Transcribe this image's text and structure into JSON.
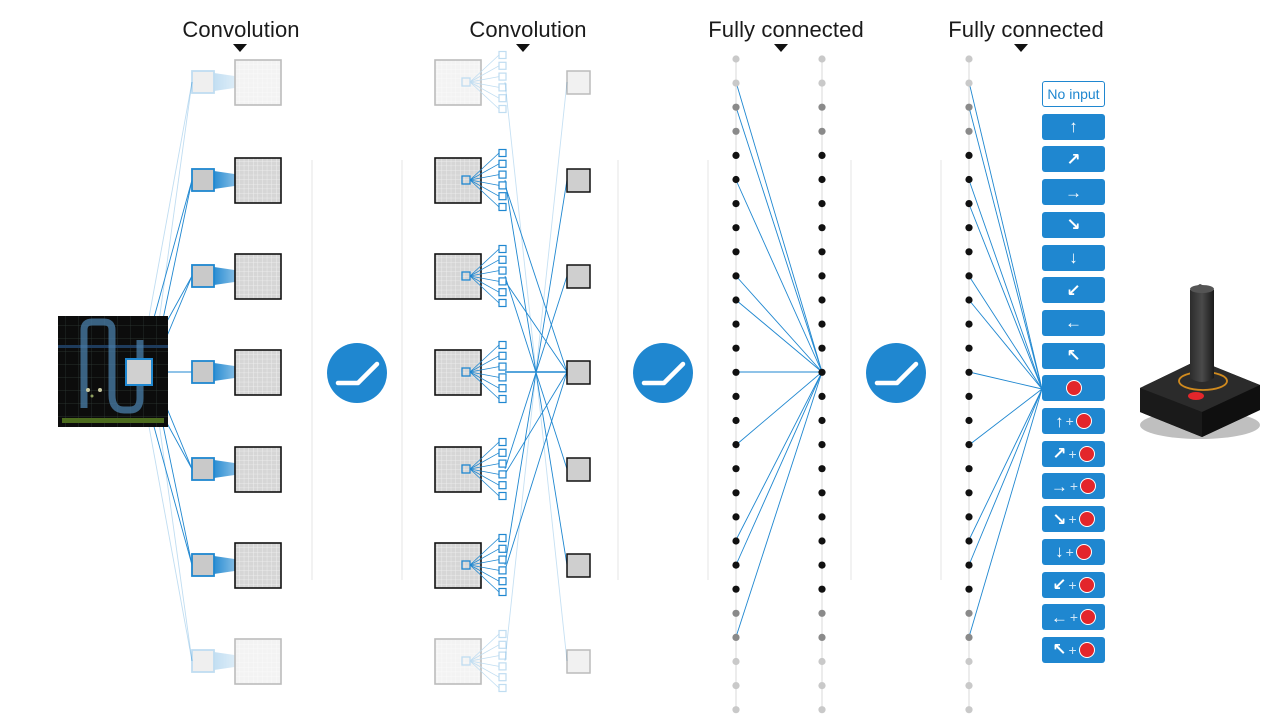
{
  "layers": [
    {
      "label": "Convolution"
    },
    {
      "label": "Convolution"
    },
    {
      "label": "Fully connected"
    },
    {
      "label": "Fully connected"
    }
  ],
  "actions": [
    {
      "kind": "text",
      "text": "No input"
    },
    {
      "kind": "arrow",
      "arrow": "↑",
      "fire": false
    },
    {
      "kind": "arrow",
      "arrow": "↗",
      "fire": false
    },
    {
      "kind": "arrow",
      "arrow": "→",
      "fire": false
    },
    {
      "kind": "arrow",
      "arrow": "↘",
      "fire": false
    },
    {
      "kind": "arrow",
      "arrow": "↓",
      "fire": false
    },
    {
      "kind": "arrow",
      "arrow": "↙",
      "fire": false
    },
    {
      "kind": "arrow",
      "arrow": "←",
      "fire": false
    },
    {
      "kind": "arrow",
      "arrow": "↖",
      "fire": false
    },
    {
      "kind": "fire",
      "arrow": "",
      "fire": true
    },
    {
      "kind": "arrow",
      "arrow": "↑",
      "fire": true
    },
    {
      "kind": "arrow",
      "arrow": "↗",
      "fire": true
    },
    {
      "kind": "arrow",
      "arrow": "→",
      "fire": true
    },
    {
      "kind": "arrow",
      "arrow": "↘",
      "fire": true
    },
    {
      "kind": "arrow",
      "arrow": "↓",
      "fire": true
    },
    {
      "kind": "arrow",
      "arrow": "↙",
      "fire": true
    },
    {
      "kind": "arrow",
      "arrow": "←",
      "fire": true
    },
    {
      "kind": "arrow",
      "arrow": "↖",
      "fire": true
    }
  ],
  "plus_sign": "+",
  "colors": {
    "accent": "#1f87d0",
    "fire": "#e3262b",
    "node": "#111111",
    "node_faded": "#bdbdbd",
    "map_fill": "#cfcfcf",
    "screen_bg": "#0c0c0c"
  },
  "icons": {
    "activation": "relu-icon",
    "controller": "joystick-icon"
  }
}
